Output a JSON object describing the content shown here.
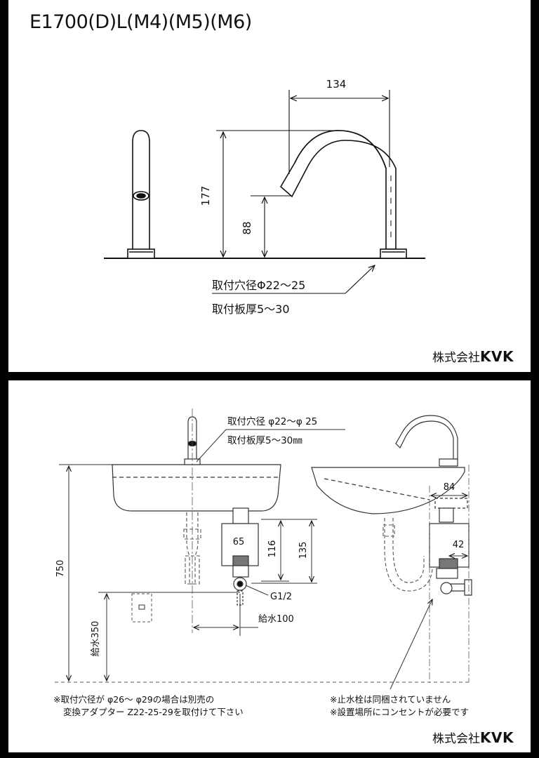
{
  "top": {
    "title": "E1700(D)L(M4)(M5)(M6)",
    "dims": {
      "width": "134",
      "height_total": "177",
      "height_spout": "88"
    },
    "hole_diameter": "取付穴径Φ22〜25",
    "plate_thickness": "取付板厚5〜30",
    "logo_prefix": "株式会社",
    "logo_brand": "KVK"
  },
  "bottom": {
    "hole_diameter": "取付穴径 φ22〜φ 25",
    "plate_thickness": "取付板厚5〜30㎜",
    "dims": {
      "d750": "750",
      "d350": "給水350",
      "d65": "65",
      "d116": "116",
      "d135": "135",
      "g12": "G1/2",
      "supply100": "給水100",
      "d84": "84",
      "d42": "42"
    },
    "note_left": [
      "※取付穴径が φ26〜 φ29の場合は別売の",
      "変換アダプター Z22-25-29を取付けて下さい"
    ],
    "note_right": [
      "※止水栓は同梱されていません",
      "※設置場所にコンセントが必要です"
    ],
    "logo_prefix": "株式会社",
    "logo_brand": "KVK"
  }
}
